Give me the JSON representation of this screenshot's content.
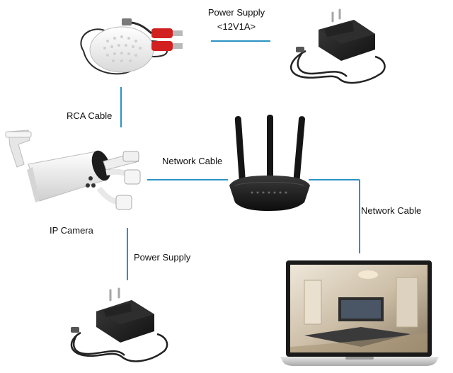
{
  "labels": {
    "power_supply_top_line1": "Power Supply",
    "power_supply_top_line2": "<12V1A>",
    "rca_cable": "RCA Cable",
    "network_cable_left": "Network Cable",
    "network_cable_right": "Network Cable",
    "ip_camera": "IP Camera",
    "power_supply_bottom": "Power Supply"
  },
  "colors": {
    "connector_line": "#2a93c4",
    "device_black": "#1b1b1b",
    "device_white": "#f2f2f2",
    "rca_red": "#d21f1f"
  },
  "icons": {
    "microphone": "audio-microphone-icon",
    "adapter_top": "power-adapter-icon",
    "camera": "bullet-ip-camera-icon",
    "router": "wifi-router-icon",
    "laptop": "laptop-icon",
    "adapter_bottom": "power-adapter-icon"
  }
}
